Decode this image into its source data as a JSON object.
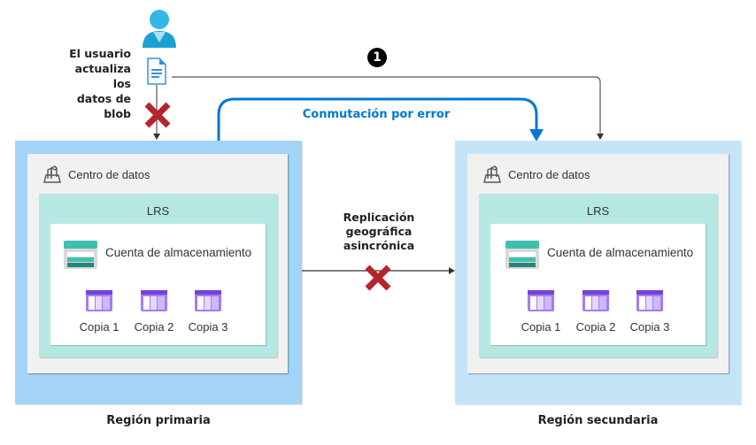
{
  "user": {
    "icon": "user-icon",
    "label_lines": [
      "El usuario",
      "actualiza los",
      "datos de blob"
    ],
    "document_icon": "document-icon"
  },
  "step_badge": "1",
  "failover_label": "Conmutación por error",
  "replication_label_lines": [
    "Replicación",
    "geográfica",
    "asincrónica"
  ],
  "failure_icon": "red-x-icon",
  "colors": {
    "failover_arrow": "#0078d4",
    "failure_x": "#b3252c",
    "primary_region": "#a3d3f7",
    "secondary_region": "#c6e4f8",
    "lrs": "#b5e8e2",
    "copy_icon": "#8c5ff0"
  },
  "regions": [
    {
      "name": "Región primaria",
      "datacenter": "Centro de datos",
      "redundancy": "LRS",
      "account": "Cuenta de almacenamiento",
      "copies": [
        "Copia 1",
        "Copia 2",
        "Copia 3"
      ]
    },
    {
      "name": "Región secundaria",
      "datacenter": "Centro de datos",
      "redundancy": "LRS",
      "account": "Cuenta de almacenamiento",
      "copies": [
        "Copia 1",
        "Copia 2",
        "Copia 3"
      ]
    }
  ]
}
